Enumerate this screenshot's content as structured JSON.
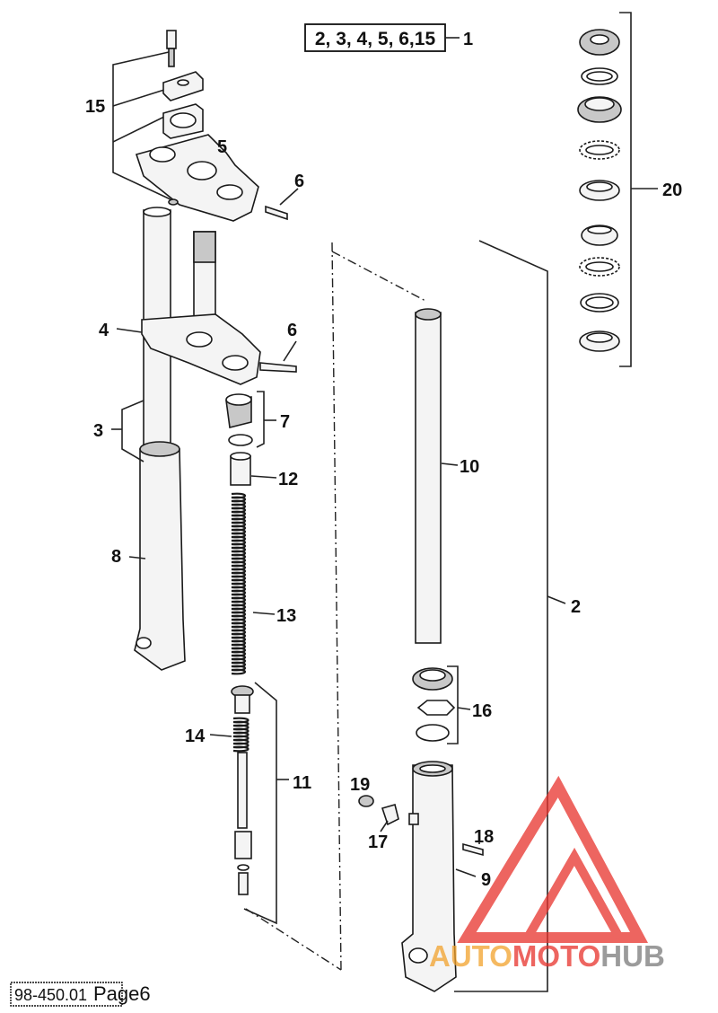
{
  "diagram": {
    "callouts": {
      "c1": "1",
      "c2": "2",
      "c3": "3",
      "c4": "4",
      "c5": "5",
      "c6a": "6",
      "c6b": "6",
      "c7": "7",
      "c8": "8",
      "c9": "9",
      "c10": "10",
      "c11": "11",
      "c12": "12",
      "c13": "13",
      "c14": "14",
      "c15": "15",
      "c16": "16",
      "c17": "17",
      "c18": "18",
      "c19": "19",
      "c20": "20"
    },
    "kit_label": "2, 3, 4, 5, 6,15"
  },
  "footer": {
    "doc_number": "98-450.01",
    "page_label": "Page6"
  },
  "watermark": {
    "part1": "AUTO",
    "part2": "MOTO",
    "part3": "HUB",
    "colors": {
      "red": "#e8322c",
      "orange": "#f2a22c",
      "gray": "#7a7a7a"
    }
  }
}
